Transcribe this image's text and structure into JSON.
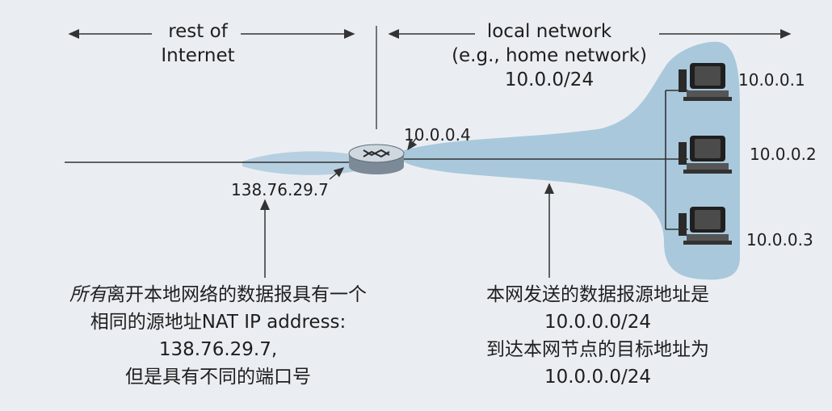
{
  "scope": {
    "rest_of_internet_line1": "rest of",
    "rest_of_internet_line2": "Internet",
    "local_network_line1": "local network",
    "local_network_line2": "(e.g., home network)",
    "local_network_subnet": "10.0.0/24"
  },
  "router": {
    "lan_ip": "10.0.0.4",
    "wan_ip": "138.76.29.7",
    "icon": "router-icon"
  },
  "hosts": [
    {
      "ip": "10.0.0.1",
      "icon": "computer-icon"
    },
    {
      "ip": "10.0.0.2",
      "icon": "computer-icon"
    },
    {
      "ip": "10.0.0.3",
      "icon": "computer-icon"
    }
  ],
  "left_caption": {
    "line1_italic": "所有",
    "line1_rest": "离开本地网络的数据报具有一个",
    "line2": "相同的源地址NAT IP address:",
    "line3": "138.76.29.7,",
    "line4": "但是具有不同的端口号"
  },
  "right_caption": {
    "line1": "本网发送的数据报源地址是",
    "line2": "10.0.0.0/24",
    "line3": "到达本网节点的目标地址为",
    "line4": "10.0.0.0/24"
  },
  "colors": {
    "background": "#eaeef2",
    "highlight": "#a9c8dc",
    "line": "#333333"
  }
}
